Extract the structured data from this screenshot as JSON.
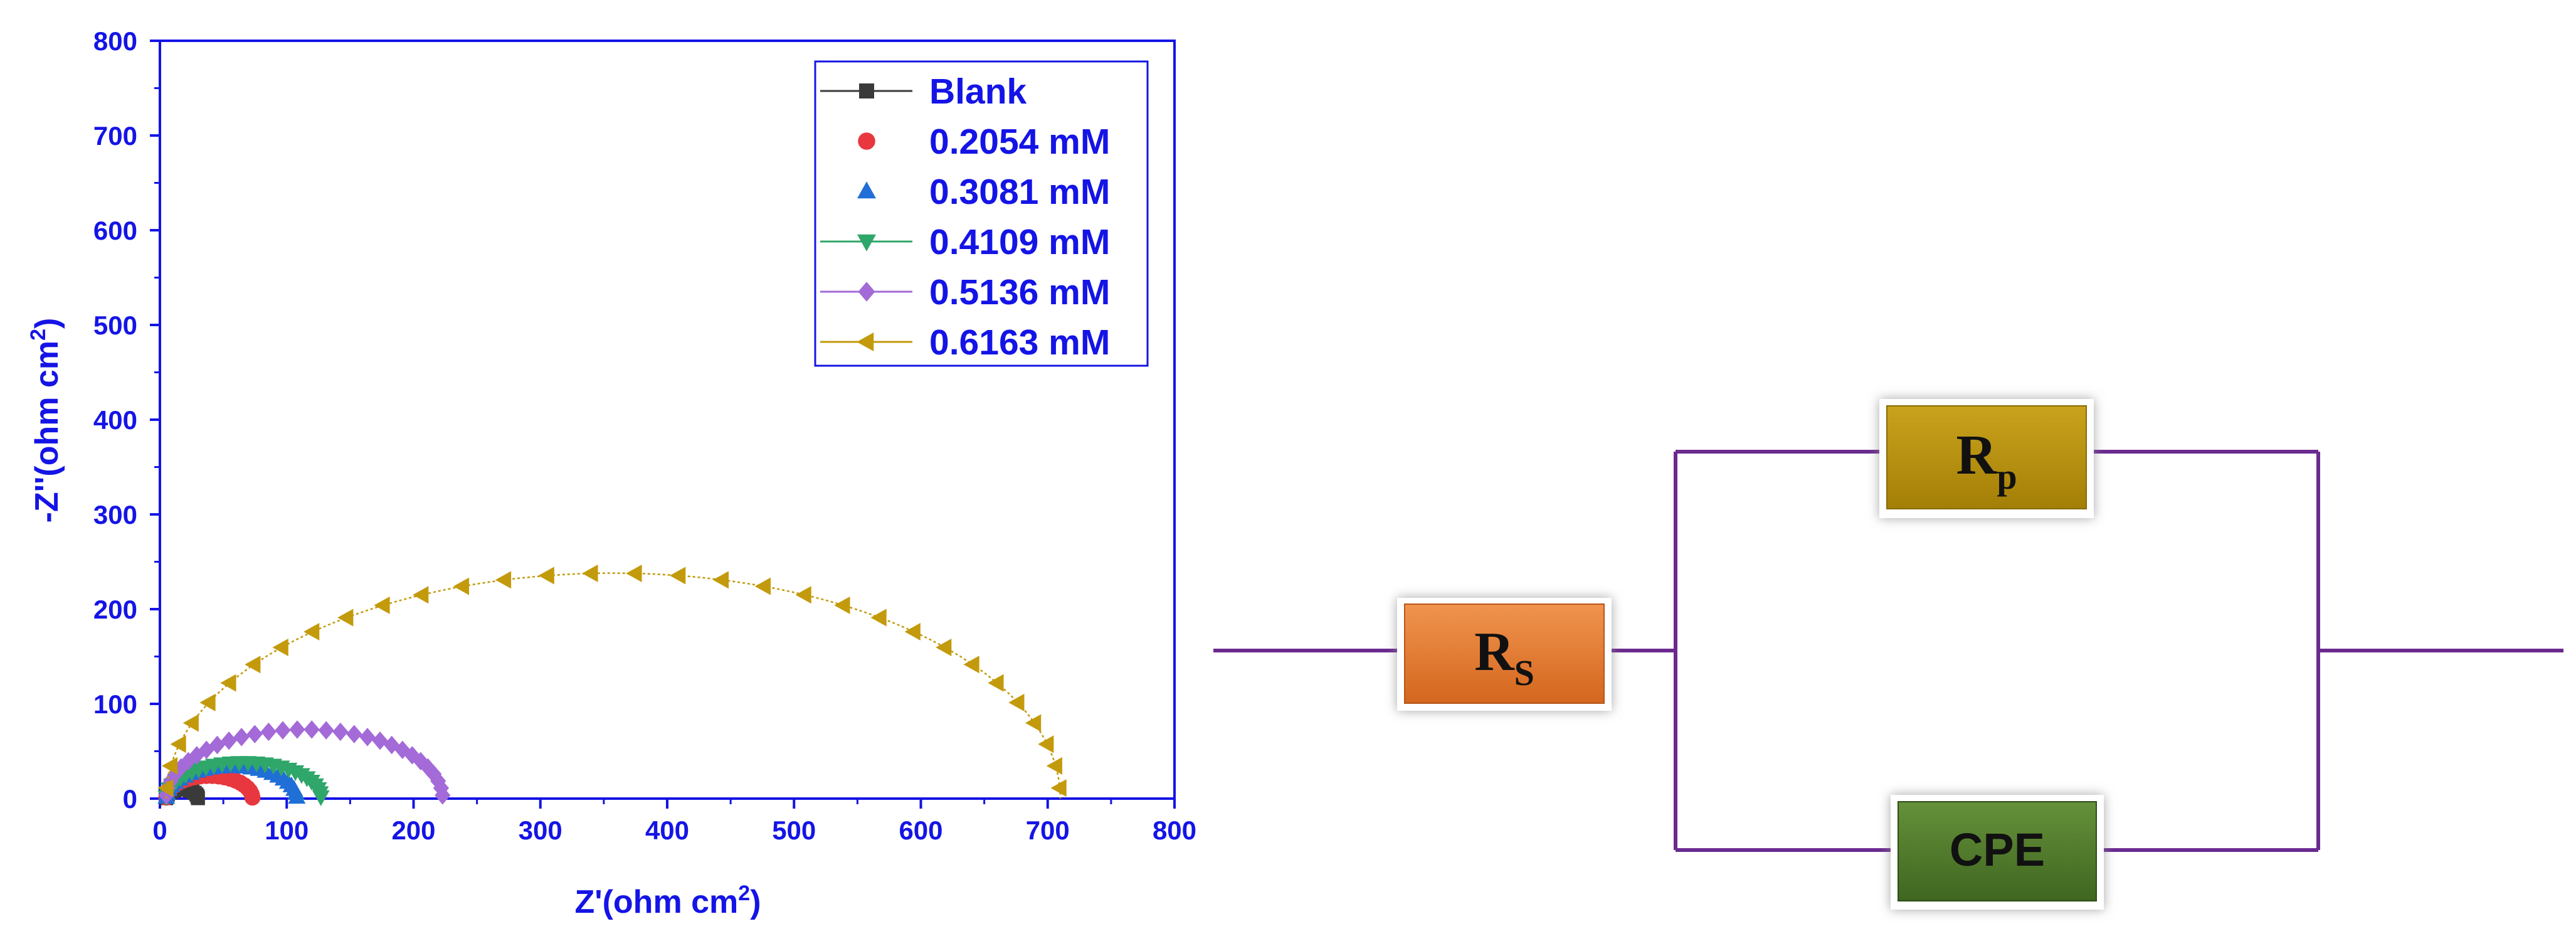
{
  "chart_data": {
    "type": "scatter",
    "xlabel": "Z'(ohm cm",
    "xlabel_sup": "2",
    "xlabel_end": ")",
    "ylabel": "-Z''(ohm cm",
    "ylabel_sup": "2",
    "ylabel_end": ")",
    "xlim": [
      0,
      800
    ],
    "ylim": [
      0,
      800
    ],
    "xticks": [
      "0",
      "100",
      "200",
      "300",
      "400",
      "500",
      "600",
      "700",
      "800"
    ],
    "yticks": [
      "0",
      "100",
      "200",
      "300",
      "400",
      "500",
      "600",
      "700",
      "800"
    ],
    "grid": false,
    "legend_position": "top-right",
    "series": [
      {
        "name": "Blank",
        "marker": "square",
        "color": "#3a3a3a",
        "Rs": 5,
        "Rp": 25,
        "peak": 10,
        "points": 16
      },
      {
        "name": "0.2054 mM",
        "marker": "circle",
        "color": "#e8373f",
        "Rs": 5,
        "Rp": 68,
        "peak": 24,
        "points": 22
      },
      {
        "name": "0.3081 mM",
        "marker": "triangle-up",
        "color": "#1f6fd6",
        "Rs": 5,
        "Rp": 103,
        "peak": 34,
        "points": 26
      },
      {
        "name": "0.4109 mM",
        "marker": "triangle-down",
        "color": "#2fa66a",
        "Rs": 5,
        "Rp": 122,
        "peak": 38,
        "points": 28
      },
      {
        "name": "0.5136 mM",
        "marker": "diamond",
        "color": "#a36ad8",
        "Rs": 5,
        "Rp": 218,
        "peak": 73,
        "points": 30
      },
      {
        "name": "0.6163 mM",
        "marker": "triangle-left",
        "color": "#c39a0b",
        "Rs": 5,
        "Rp": 705,
        "peak": 238,
        "points": 32
      }
    ]
  },
  "circuit": {
    "rs_label": "R",
    "rs_sub": "S",
    "rp_label": "R",
    "rp_sub": "p",
    "cpe_label": "CPE",
    "rs_color": "#e2782b",
    "rp_color": "#b8920a",
    "cpe_color": "#4f7a28",
    "wire_color": "#6a2a8f"
  }
}
